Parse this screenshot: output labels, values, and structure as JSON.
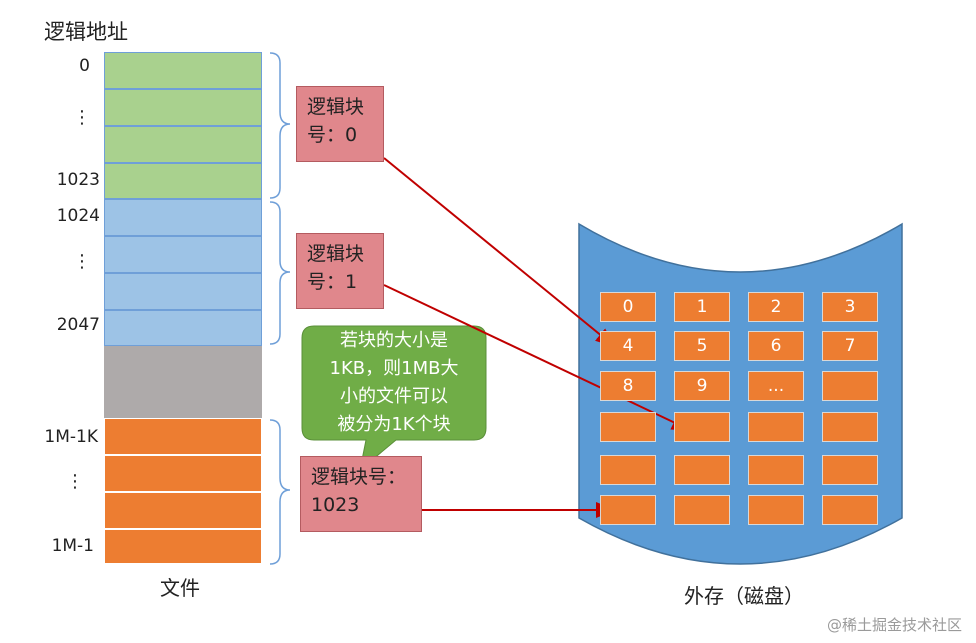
{
  "address_header": "逻辑地址",
  "addresses": [
    "0",
    "1023",
    "1024",
    "2047",
    "1M-1K",
    "1M-1"
  ],
  "ellipsis": "⋮",
  "file_label": "文件",
  "block_labels": {
    "b0_line1": "逻辑块",
    "b0_line2": "号：0",
    "b1_line1": "逻辑块",
    "b1_line2": "号：1",
    "b1023_line1": "逻辑块号：",
    "b1023_line2": "1023"
  },
  "callout": {
    "lines": [
      "若块的大小是",
      "1KB，则1MB大",
      "小的文件可以",
      "被分为1K个块"
    ]
  },
  "storage": {
    "label": "外存（磁盘）",
    "slots": [
      "0",
      "1",
      "2",
      "3",
      "4",
      "5",
      "6",
      "7",
      "8",
      "9",
      "...",
      "",
      "",
      "",
      "",
      "",
      "",
      "",
      "",
      "",
      "",
      "",
      "",
      ""
    ]
  },
  "watermark": "@稀土掘金技术社区",
  "colors": {
    "green": "#a9d18e",
    "blue": "#9dc3e6",
    "gray": "#aeaaaa",
    "orange": "#ed7d31",
    "block_label": "#e0878c",
    "callout": "#70ad47",
    "disk": "#5b9bd5",
    "arrow": "#c00000"
  }
}
